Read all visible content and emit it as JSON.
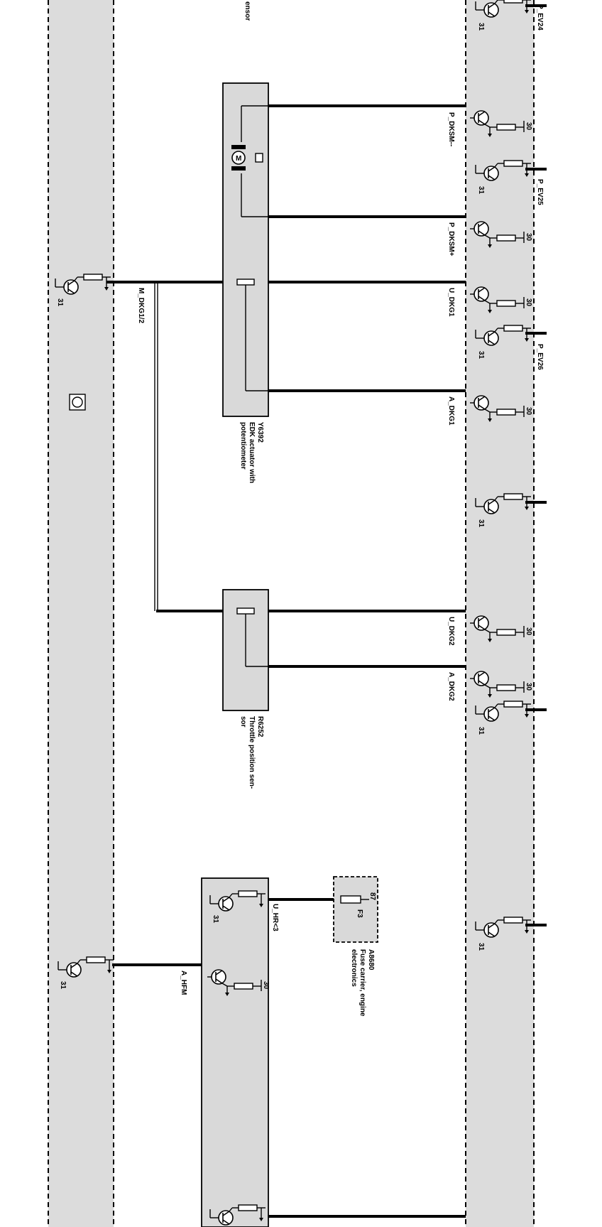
{
  "partial_text": {
    "sensor_fragment": "ensor"
  },
  "signals": {
    "p_ev24": "P_EV24",
    "p_dksm_minus": "P_DKSM--",
    "p_ev25": "P_EV25",
    "p_dksm_plus": "P_DKSM+",
    "u_dkg1": "U_DKG1",
    "p_ev26": "P_EV26",
    "a_dkg1": "A_DKG1",
    "m_dkg1_2": "M_DKG1/2",
    "u_dkg2": "U_DKG2",
    "a_dkg2": "A_DKG2",
    "u_hr3": "U_HR<3",
    "a_hfm": "A_HFM"
  },
  "pins": {
    "p30": "30",
    "p31": "31",
    "p87": "87"
  },
  "components": {
    "y6392": {
      "code": "Y6392",
      "desc1": "EDK actuator with",
      "desc2": "potentiometer"
    },
    "r6252": {
      "code": "R6252",
      "desc1": "Throttle position sen-",
      "desc2": "sor"
    },
    "a8680": {
      "code": "A8680",
      "desc1": "Fuse carrier, engine",
      "desc2": "electronics"
    },
    "fuse": {
      "code": "F3"
    },
    "motor": {
      "symbol": "M"
    }
  },
  "colors": {
    "module_fill": "#dcdcdc",
    "component_fill": "#d9d9d9",
    "wire": "#000000"
  }
}
